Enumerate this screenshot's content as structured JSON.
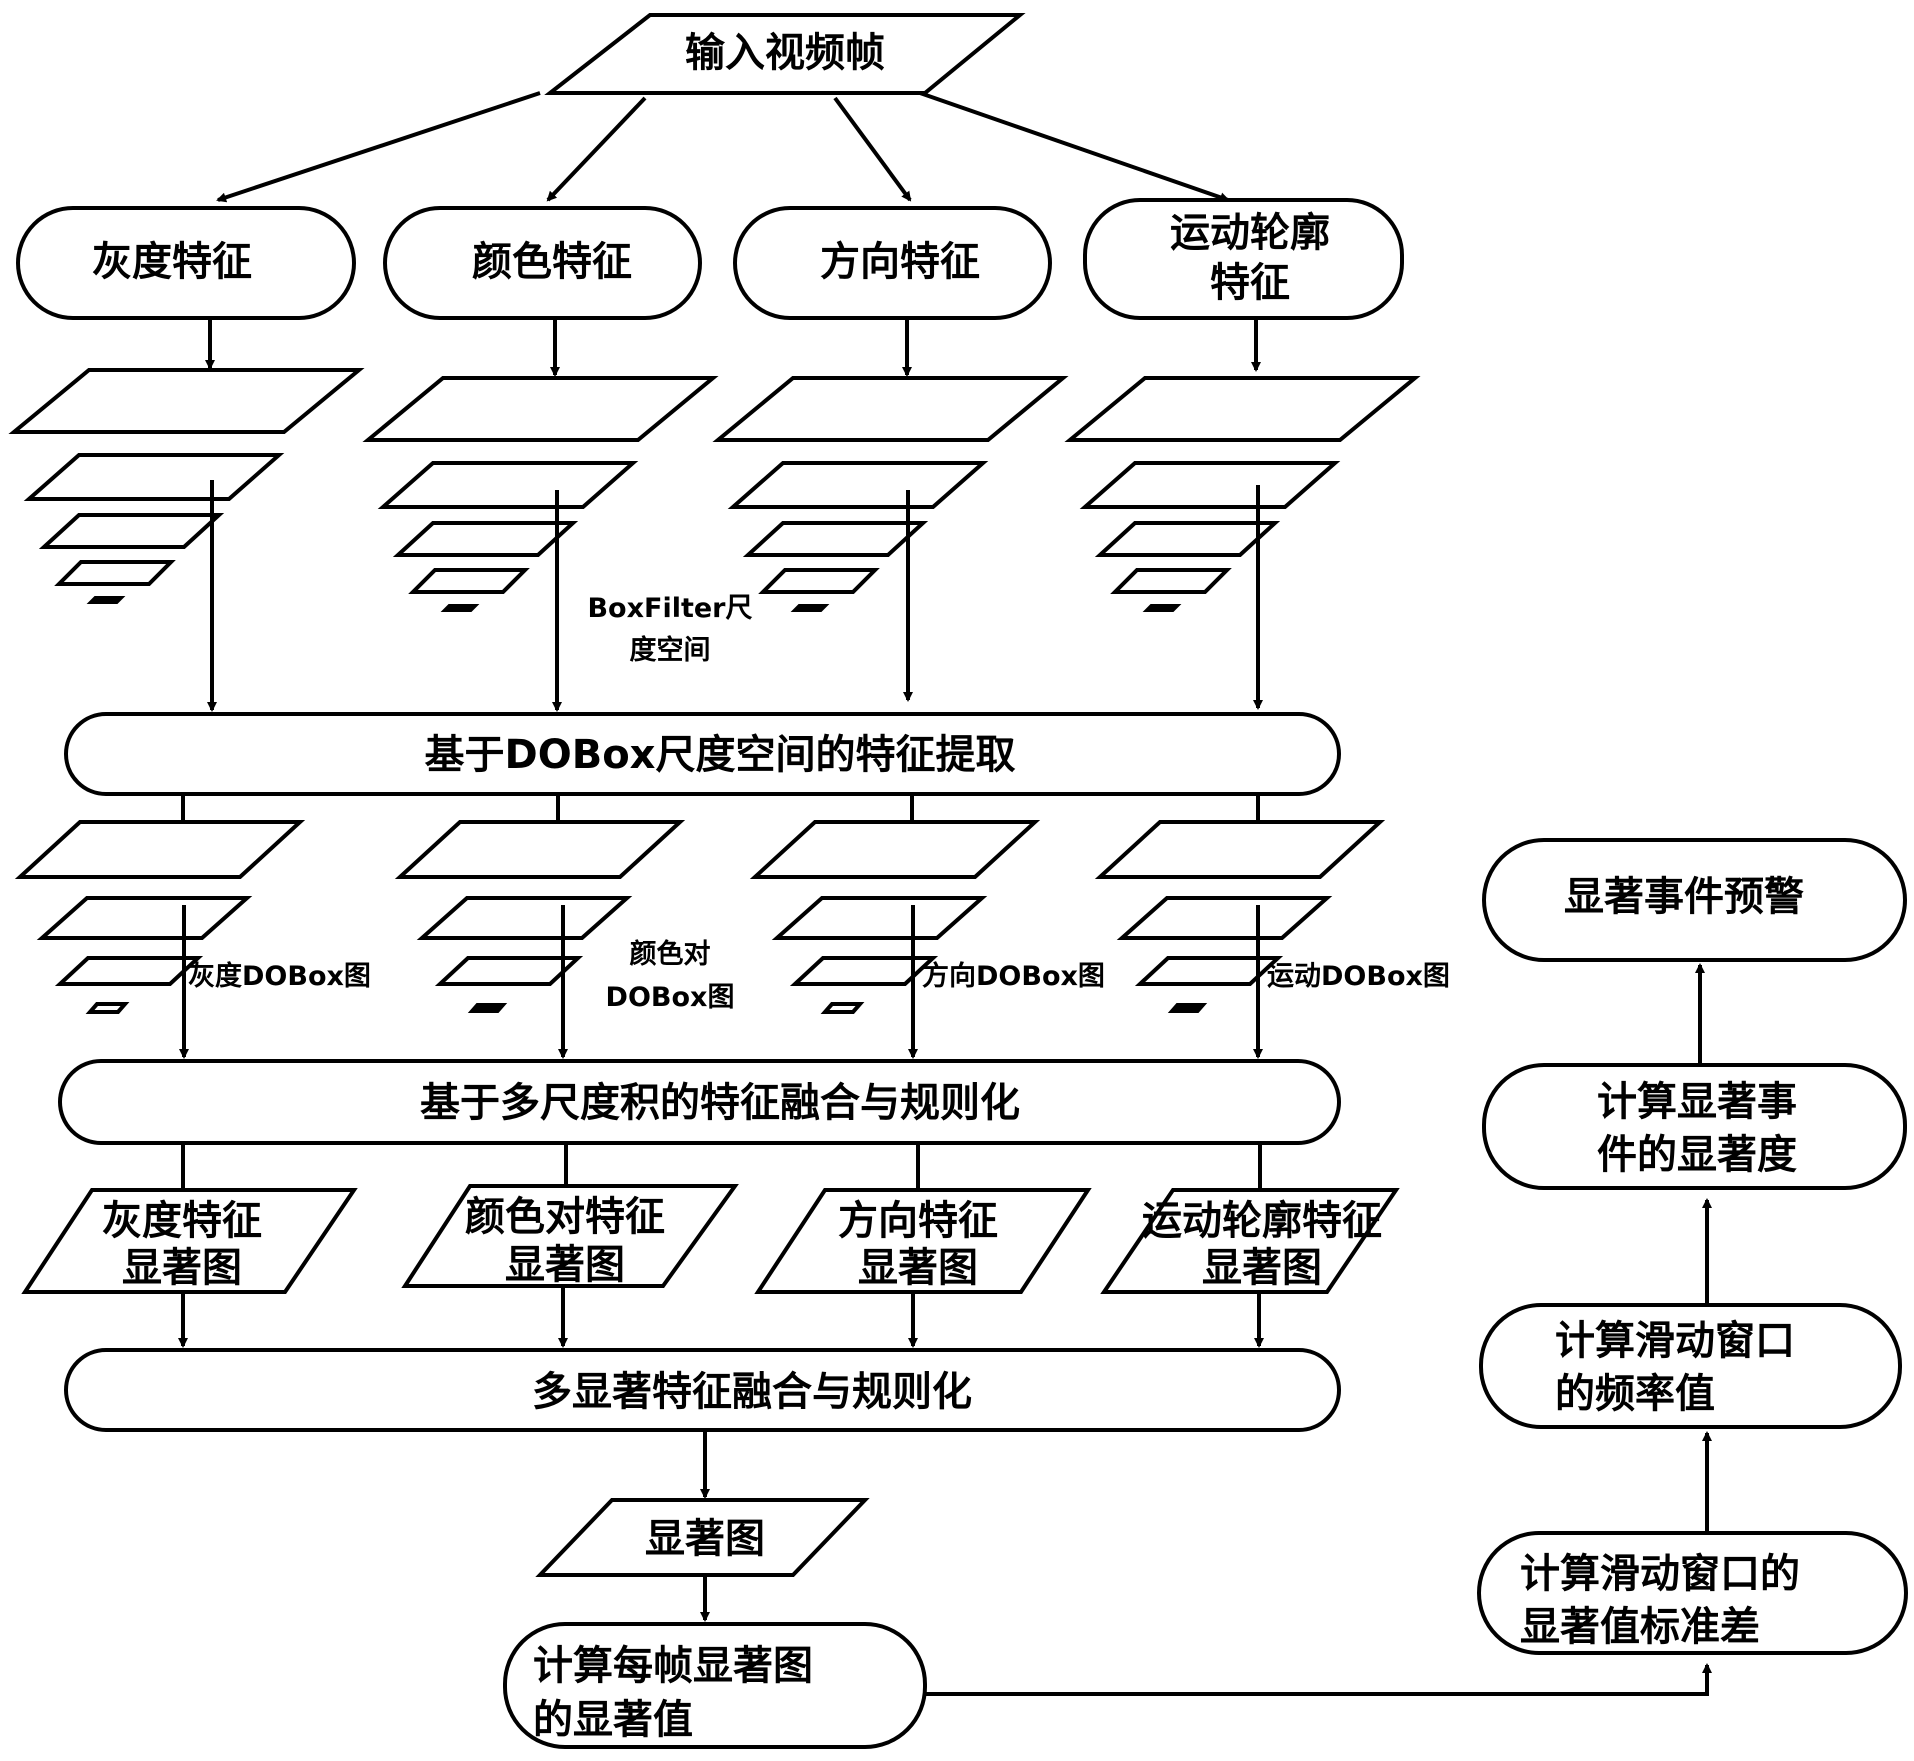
{
  "title": "视频显著事件预警流程图",
  "input": {
    "label": "输入视频帧"
  },
  "features": [
    {
      "label_lines": [
        "灰度特征"
      ]
    },
    {
      "label_lines": [
        "颜色特征"
      ]
    },
    {
      "label_lines": [
        "方向特征"
      ]
    },
    {
      "label_lines": [
        "运动轮廓",
        "特征"
      ]
    }
  ],
  "boxfilter_label_lines": [
    "BoxFilter尺",
    "度空间"
  ],
  "dobox_extraction": {
    "label": "基于DOBox尺度空间的特征提取"
  },
  "dobox_maps": [
    {
      "label_lines": [
        "灰度DOBox图"
      ]
    },
    {
      "label_lines": [
        "颜色对",
        "DOBox图"
      ]
    },
    {
      "label_lines": [
        "方向DOBox图"
      ]
    },
    {
      "label_lines": [
        "运动DOBox图"
      ]
    }
  ],
  "multiscale_fusion": {
    "label": "基于多尺度积的特征融合与规则化"
  },
  "saliency_maps": [
    {
      "label_lines": [
        "灰度特征",
        "显著图"
      ]
    },
    {
      "label_lines": [
        "颜色对特征",
        "显著图"
      ]
    },
    {
      "label_lines": [
        "方向特征",
        "显著图"
      ]
    },
    {
      "label_lines": [
        "运动轮廓特征",
        "显著图"
      ]
    }
  ],
  "multi_saliency_fusion": {
    "label": "多显著特征融合与规则化"
  },
  "saliency_map": {
    "label": "显著图"
  },
  "per_frame_value": {
    "label_lines": [
      "计算每帧显著图",
      "的显著值"
    ]
  },
  "right_column": [
    {
      "label_lines": [
        "计算滑动窗口的",
        "显著值标准差"
      ]
    },
    {
      "label_lines": [
        "计算滑动窗口",
        "的频率值"
      ]
    },
    {
      "label_lines": [
        "计算显著事",
        "件的显著度"
      ]
    },
    {
      "label_lines": [
        "显著事件预警"
      ]
    }
  ]
}
